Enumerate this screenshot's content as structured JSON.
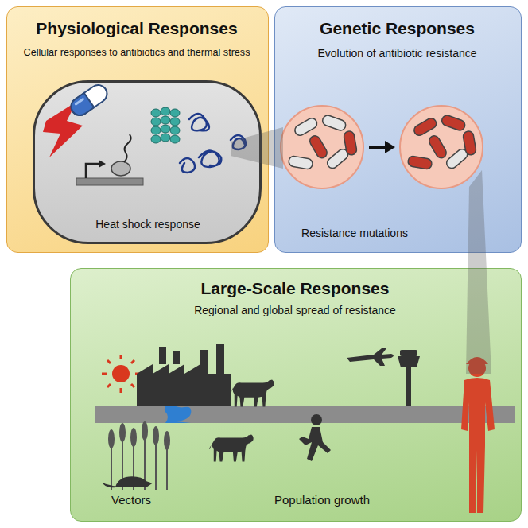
{
  "diagram": {
    "nodes": [
      {
        "text": [
          "Physiological Responses",
          "Cellular responses to antibiotics and thermal stress"
        ]
      },
      {
        "text": [
          "Heat shock response"
        ],
        "in": 0
      },
      {
        "text": [
          "Genetic Responses",
          "Evolution of antibiotic resistance",
          "Resistance mutations"
        ]
      },
      {
        "text": [
          "Large-Scale Responses",
          "Regional and global spread of resistance"
        ]
      }
    ],
    "labels": [
      "Vectors",
      "Population growth"
    ]
  }
}
